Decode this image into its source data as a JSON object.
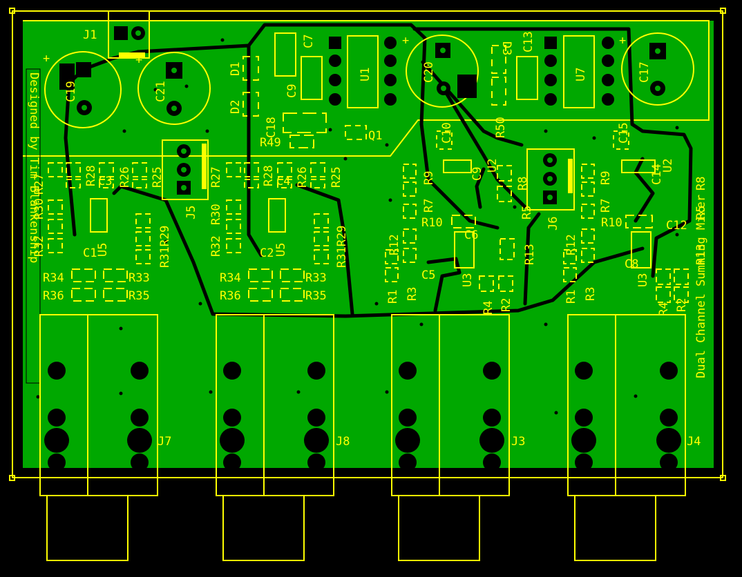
{
  "colors": {
    "background": "#000000",
    "copper": "#00a800",
    "silkscreen": "#ffff00",
    "trace": "#000000"
  },
  "side_text": {
    "left": "Designed by Tim Blankenship",
    "right": "Dual Channel Summing Mixer"
  },
  "labels": {
    "J1": "J1",
    "C19": "C19",
    "C21": "C21",
    "D1": "D1",
    "D2": "D2",
    "C7": "C7",
    "C9": "C9",
    "U1": "U1",
    "C18": "C18",
    "R49": "R49",
    "Q1": "Q1",
    "C20": "C20",
    "D3": "D3",
    "C13": "C13",
    "U7": "U7",
    "C17": "C17",
    "C10": "C10",
    "R50": "R50",
    "C15": "C15",
    "R27a": "R27",
    "R28a": "R28",
    "C3a": "C3",
    "R26a": "R26",
    "R25a": "R25",
    "R30a": "R30",
    "R32a": "R32",
    "C1a": "C1",
    "U5a": "U5",
    "R31R29a": "R31R29",
    "R34a": "R34",
    "R33a": "R33",
    "R36a": "R36",
    "R35a": "R35",
    "J5": "J5",
    "R27b": "R27",
    "R28b": "R28",
    "C4b": "C4",
    "R26b": "R26",
    "R25b": "R25",
    "R30b": "R30",
    "R32b": "R32",
    "C2b": "C2",
    "U5b": "U5",
    "R31R29b": "R31R29",
    "R34b": "R34",
    "R33b": "R33",
    "R36b": "R36",
    "R35b": "R35",
    "R9a": "R9",
    "R7a": "R7",
    "R10a": "R10",
    "C9b": "C9",
    "U2a": "U2",
    "R8a": "R8",
    "R5a": "R5",
    "C6a": "C6",
    "R12a": "R12",
    "R1a": "R1",
    "R3a": "R3",
    "C5a": "C5",
    "U3a": "U3",
    "R4a": "R4",
    "R2a": "R2",
    "R13a": "R13",
    "J6": "J6",
    "R9b": "R9",
    "R7b": "R7",
    "R10b": "R10",
    "C14b": "C14",
    "U2b": "U2",
    "R8b": "R8",
    "R5b": "R5",
    "C12b": "C12",
    "R12b": "R12",
    "R1b": "R1",
    "R3b": "R3",
    "C8b": "C8",
    "U3b": "U3",
    "R4b": "R4",
    "R2b": "R2",
    "R13b": "R13",
    "J7": "J7",
    "J8": "J8",
    "J3": "J3",
    "J4": "J4",
    "plus1": "+",
    "plus2": "+",
    "plus3": "+"
  }
}
